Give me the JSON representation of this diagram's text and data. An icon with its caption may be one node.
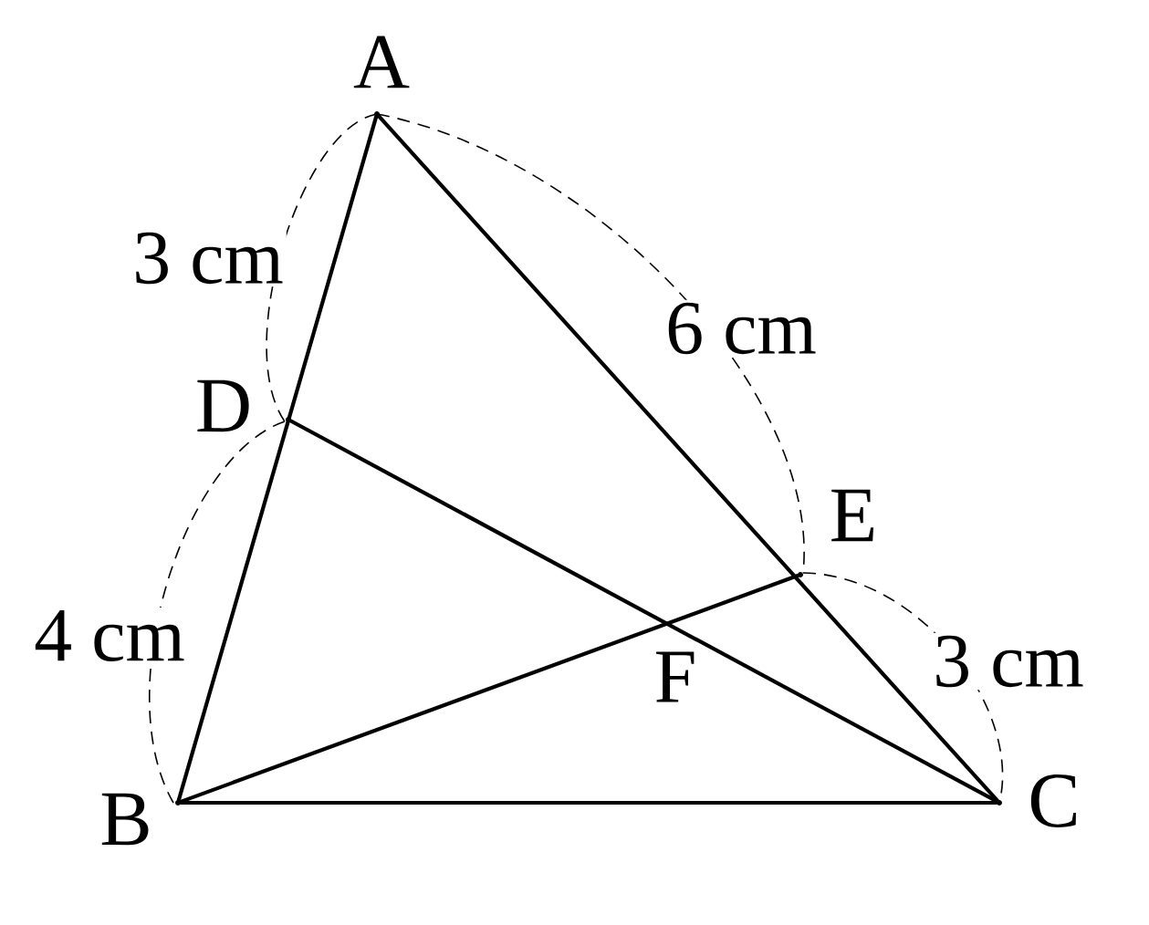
{
  "diagram": {
    "nodes": [
      {
        "text": [],
        "shape": "point",
        "beside": [
          "A"
        ]
      },
      {
        "text": [],
        "shape": "point",
        "beside": [
          "D"
        ]
      },
      {
        "text": [],
        "shape": "point",
        "beside": [
          "E"
        ]
      },
      {
        "text": [],
        "shape": "point",
        "beside": [
          "B"
        ]
      },
      {
        "text": [],
        "shape": "point",
        "beside": [
          "C"
        ]
      }
    ],
    "edges": [
      {
        "from": 0,
        "to": 3,
        "arrow": "none"
      },
      {
        "from": 0,
        "to": 4,
        "arrow": "none"
      },
      {
        "from": 3,
        "to": 4,
        "arrow": "none"
      },
      {
        "from": 1,
        "to": 4,
        "arrow": "none"
      },
      {
        "from": 3,
        "to": 2,
        "arrow": "none"
      }
    ],
    "labels": [
      "3 cm",
      "6 cm",
      "4 cm",
      "F",
      "3 cm"
    ]
  }
}
